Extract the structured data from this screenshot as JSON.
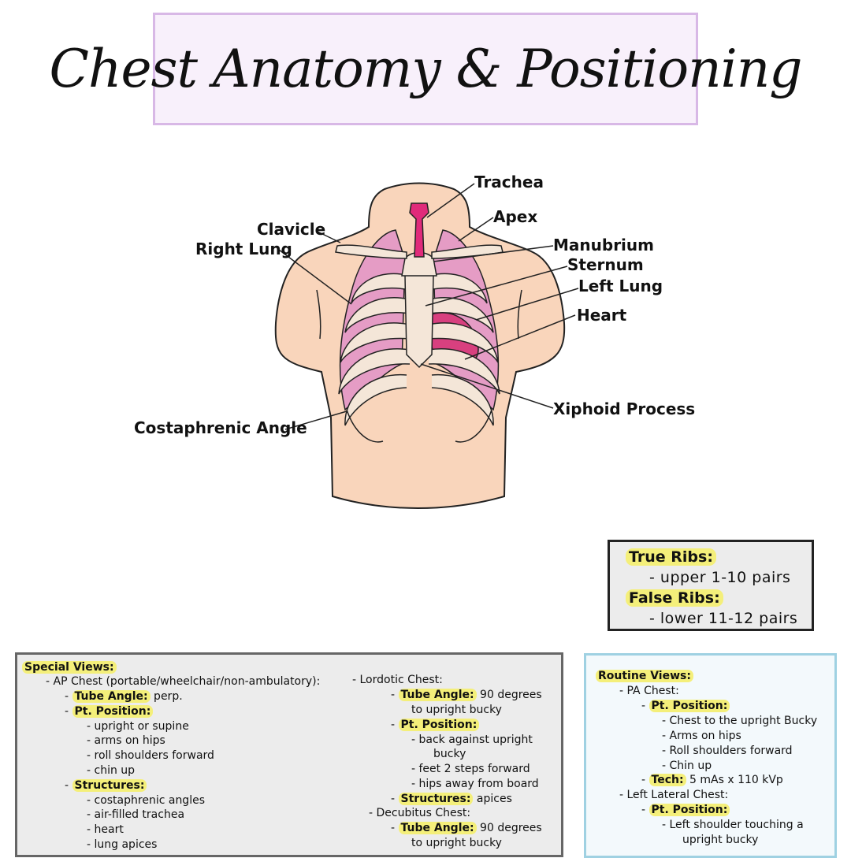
{
  "title": "Chest Anatomy & Positioning",
  "colors": {
    "skin": "#f9d5bb",
    "lung": "#e59cc5",
    "heart": "#d8407f",
    "trachea": "#e02a7a",
    "bone": "#f4e6d8",
    "highlight": "#f4ef7a",
    "title_bg": "#f8f0fb",
    "title_border": "#d8b8e6",
    "routine_border": "#9fd1e2"
  },
  "diagram": {
    "labels": {
      "trachea": "Trachea",
      "apex": "Apex",
      "clavicle": "Clavicle",
      "right_lung": "Right Lung",
      "manubrium": "Manubrium",
      "sternum": "Sternum",
      "left_lung": "Left Lung",
      "heart": "Heart",
      "xiphoid": "Xiphoid Process",
      "costophrenic": "Costaphrenic Angle"
    }
  },
  "ribs_box": {
    "true_ribs": "True Ribs:",
    "true_ribs_item": "- upper 1-10 pairs",
    "false_ribs": "False Ribs:",
    "false_ribs_item": "- lower 11-12 pairs"
  },
  "special_views": {
    "heading": "Special Views:",
    "ap_chest": "- AP Chest (portable/wheelchair/non-ambulatory):",
    "ap_tube_prefix": "- ",
    "ap_tube_key": "Tube Angle:",
    "ap_tube_val": " perp.",
    "ap_pos_prefix": "- ",
    "ap_pos_key": "Pt. Position:",
    "ap_pos_items": [
      "- upright or supine",
      "- arms on hips",
      "- roll shoulders forward",
      "- chin up"
    ],
    "ap_struct_prefix": "- ",
    "ap_struct_key": "Structures:",
    "ap_struct_items": [
      "- costaphrenic angles",
      "- air-filled trachea",
      "- heart",
      "- lung apices"
    ],
    "lordotic": "- Lordotic Chest:",
    "lor_tube_prefix": "- ",
    "lor_tube_key": "Tube Angle:",
    "lor_tube_val": " 90 degrees",
    "lor_tube_val2": "to upright bucky",
    "lor_pos_prefix": "- ",
    "lor_pos_key": "Pt. Position:",
    "lor_pos_items": [
      "- back against upright",
      "bucky",
      "- feet 2 steps forward",
      "- hips away from board"
    ],
    "lor_struct_prefix": "- ",
    "lor_struct_key": "Structures:",
    "lor_struct_val": " apices",
    "decubitus": "- Decubitus Chest:",
    "dec_tube_prefix": "- ",
    "dec_tube_key": "Tube Angle:",
    "dec_tube_val": " 90 degrees",
    "dec_tube_val2": "to upright bucky"
  },
  "routine_views": {
    "heading": "Routine Views:",
    "pa_chest": "- PA Chest:",
    "pa_pos_prefix": "- ",
    "pa_pos_key": "Pt. Position:",
    "pa_pos_items": [
      "- Chest to the upright Bucky",
      "- Arms on hips",
      "- Roll shoulders forward",
      "- Chin up"
    ],
    "tech_prefix": "- ",
    "tech_key": "Tech:",
    "tech_val": " 5 mAs x 110 kVp",
    "left_lat": "- Left Lateral Chest:",
    "lat_pos_prefix": "- ",
    "lat_pos_key": "Pt. Position:",
    "lat_pos_items": [
      "- Left shoulder touching a",
      "upright bucky"
    ]
  }
}
